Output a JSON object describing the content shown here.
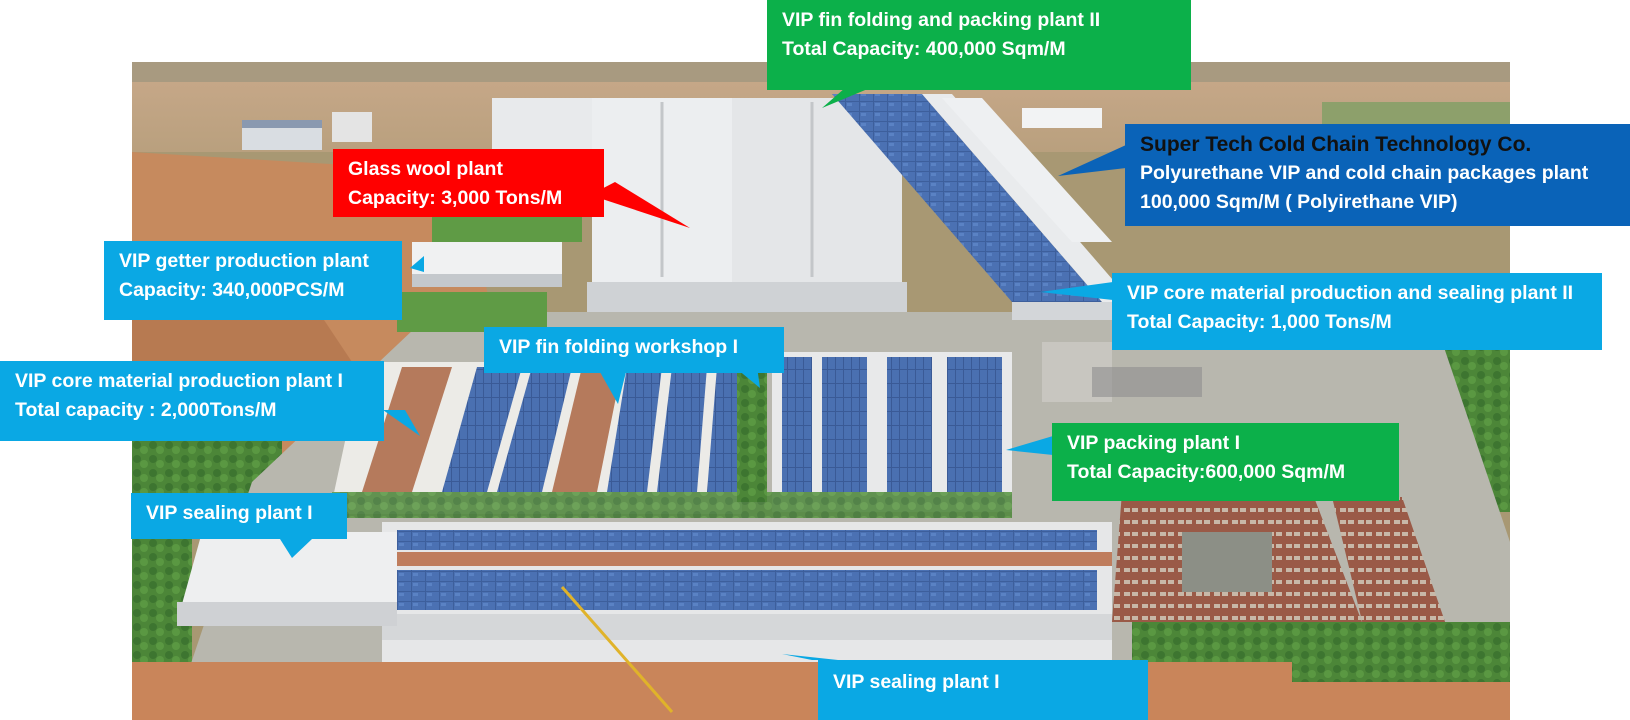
{
  "callouts": {
    "fin_folding_packing_ii": {
      "line1": "VIP fin folding and packing plant II",
      "line2": "Total Capacity: 400,000 Sqm/M"
    },
    "glass_wool": {
      "line1": "Glass wool plant",
      "line2": "Capacity: 3,000 Tons/M"
    },
    "super_tech": {
      "line1": "Super Tech Cold Chain Technology Co.",
      "line2": "Polyurethane VIP and cold chain packages plant",
      "line3": "100,000 Sqm/M ( Polyirethane VIP)"
    },
    "getter": {
      "line1": "VIP getter production plant",
      "line2": "Capacity: 340,000PCS/M"
    },
    "core_sealing_ii": {
      "line1": "VIP core material production and sealing plant II",
      "line2": "Total Capacity: 1,000 Tons/M"
    },
    "fin_folding_i": {
      "line1": "VIP fin folding workshop I"
    },
    "core_i": {
      "line1": "VIP core material production plant I",
      "line2": "Total capacity : 2,000Tons/M"
    },
    "packing_i": {
      "line1": "VIP packing plant I",
      "line2": "Total Capacity:600,000 Sqm/M"
    },
    "sealing_i_left": {
      "line1": "VIP sealing plant I"
    },
    "sealing_i_bottom": {
      "line1": "VIP sealing plant I"
    }
  },
  "colors": {
    "callout_blue": "#0aa8e4",
    "callout_green": "#0cb04a",
    "callout_red": "#ff0000",
    "callout_navy": "#0a63b8",
    "roof_white": "#eef0f2",
    "solar_blue": "#3d5f9c",
    "ground_orange": "#c9855a",
    "vegetation": "#4f8a3b"
  }
}
